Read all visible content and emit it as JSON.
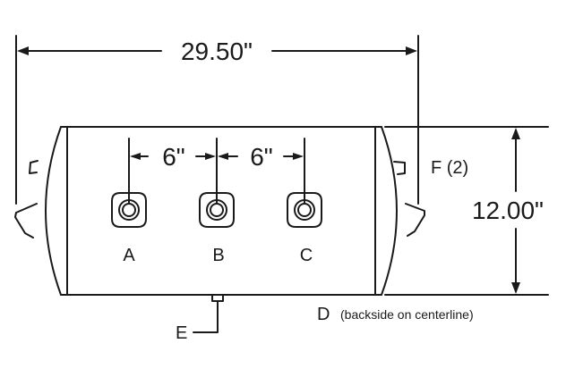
{
  "dimensions": {
    "overall_length": "29.50\"",
    "diameter": "12.00\"",
    "spacing_ab": "6\"",
    "spacing_bc": "6\""
  },
  "ports": {
    "a": "A",
    "b": "B",
    "c": "C",
    "d": "D",
    "d_note": "(backside on centerline)",
    "e": "E",
    "f": "F (2)"
  }
}
